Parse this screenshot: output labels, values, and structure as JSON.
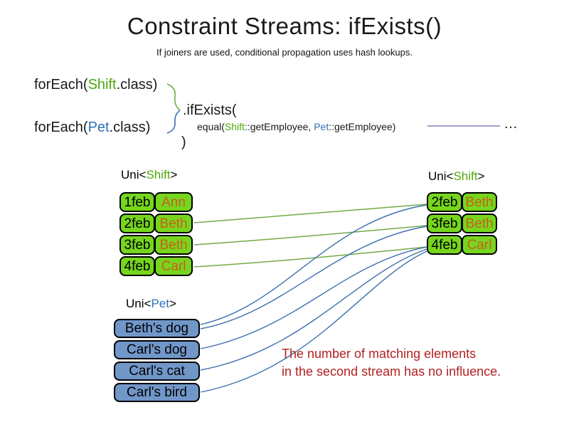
{
  "slide": {
    "title": "Constraint Streams: ifExists()",
    "subtitle": "If joiners are used, conditional propagation uses hash lookups."
  },
  "code": {
    "foreach_shift": {
      "prefix": "forEach(",
      "class_name": "Shift",
      "suffix": ".class)"
    },
    "foreach_pet": {
      "prefix": "forEach(",
      "class_name": "Pet",
      "suffix": ".class)"
    },
    "if_exists": ".ifExists(",
    "equal": {
      "prefix": "equal(",
      "left_class": "Shift",
      "left_rest": "::getEmployee, ",
      "right_class": "Pet",
      "right_rest": "::getEmployee)"
    },
    "close_paren": ")",
    "ellipsis": "…"
  },
  "left_stream": {
    "label": {
      "prefix": "Uni<",
      "type": "Shift",
      "suffix": ">"
    },
    "rows": [
      {
        "date": "1feb",
        "name": "Ann"
      },
      {
        "date": "2feb",
        "name": "Beth"
      },
      {
        "date": "3feb",
        "name": "Beth"
      },
      {
        "date": "4feb",
        "name": "Carl"
      }
    ]
  },
  "right_stream": {
    "label": {
      "prefix": "Uni<",
      "type": "Shift",
      "suffix": ">"
    },
    "rows": [
      {
        "date": "2feb",
        "name": "Beth"
      },
      {
        "date": "3feb",
        "name": "Beth"
      },
      {
        "date": "4feb",
        "name": "Carl"
      }
    ]
  },
  "pet_stream": {
    "label": {
      "prefix": "Uni<",
      "type": "Pet",
      "suffix": ">"
    },
    "items": [
      "Beth's dog",
      "Carl's dog",
      "Carl's cat",
      "Carl's bird"
    ]
  },
  "annotation": {
    "line1": "The number of matching elements",
    "line2": "in the second stream has no influence."
  },
  "colors": {
    "shift_text_green": "#4ea80b",
    "pet_text_blue": "#2e6fb8",
    "shift_box_green": "#76d61e",
    "pet_box_blue": "#7197c9",
    "name_orange": "#c8601a",
    "match_line_green": "#72ab48",
    "match_line_blue": "#3d6fb0",
    "annotation_red": "#b22222",
    "joiner_line_purple": "#8a7bb0"
  }
}
